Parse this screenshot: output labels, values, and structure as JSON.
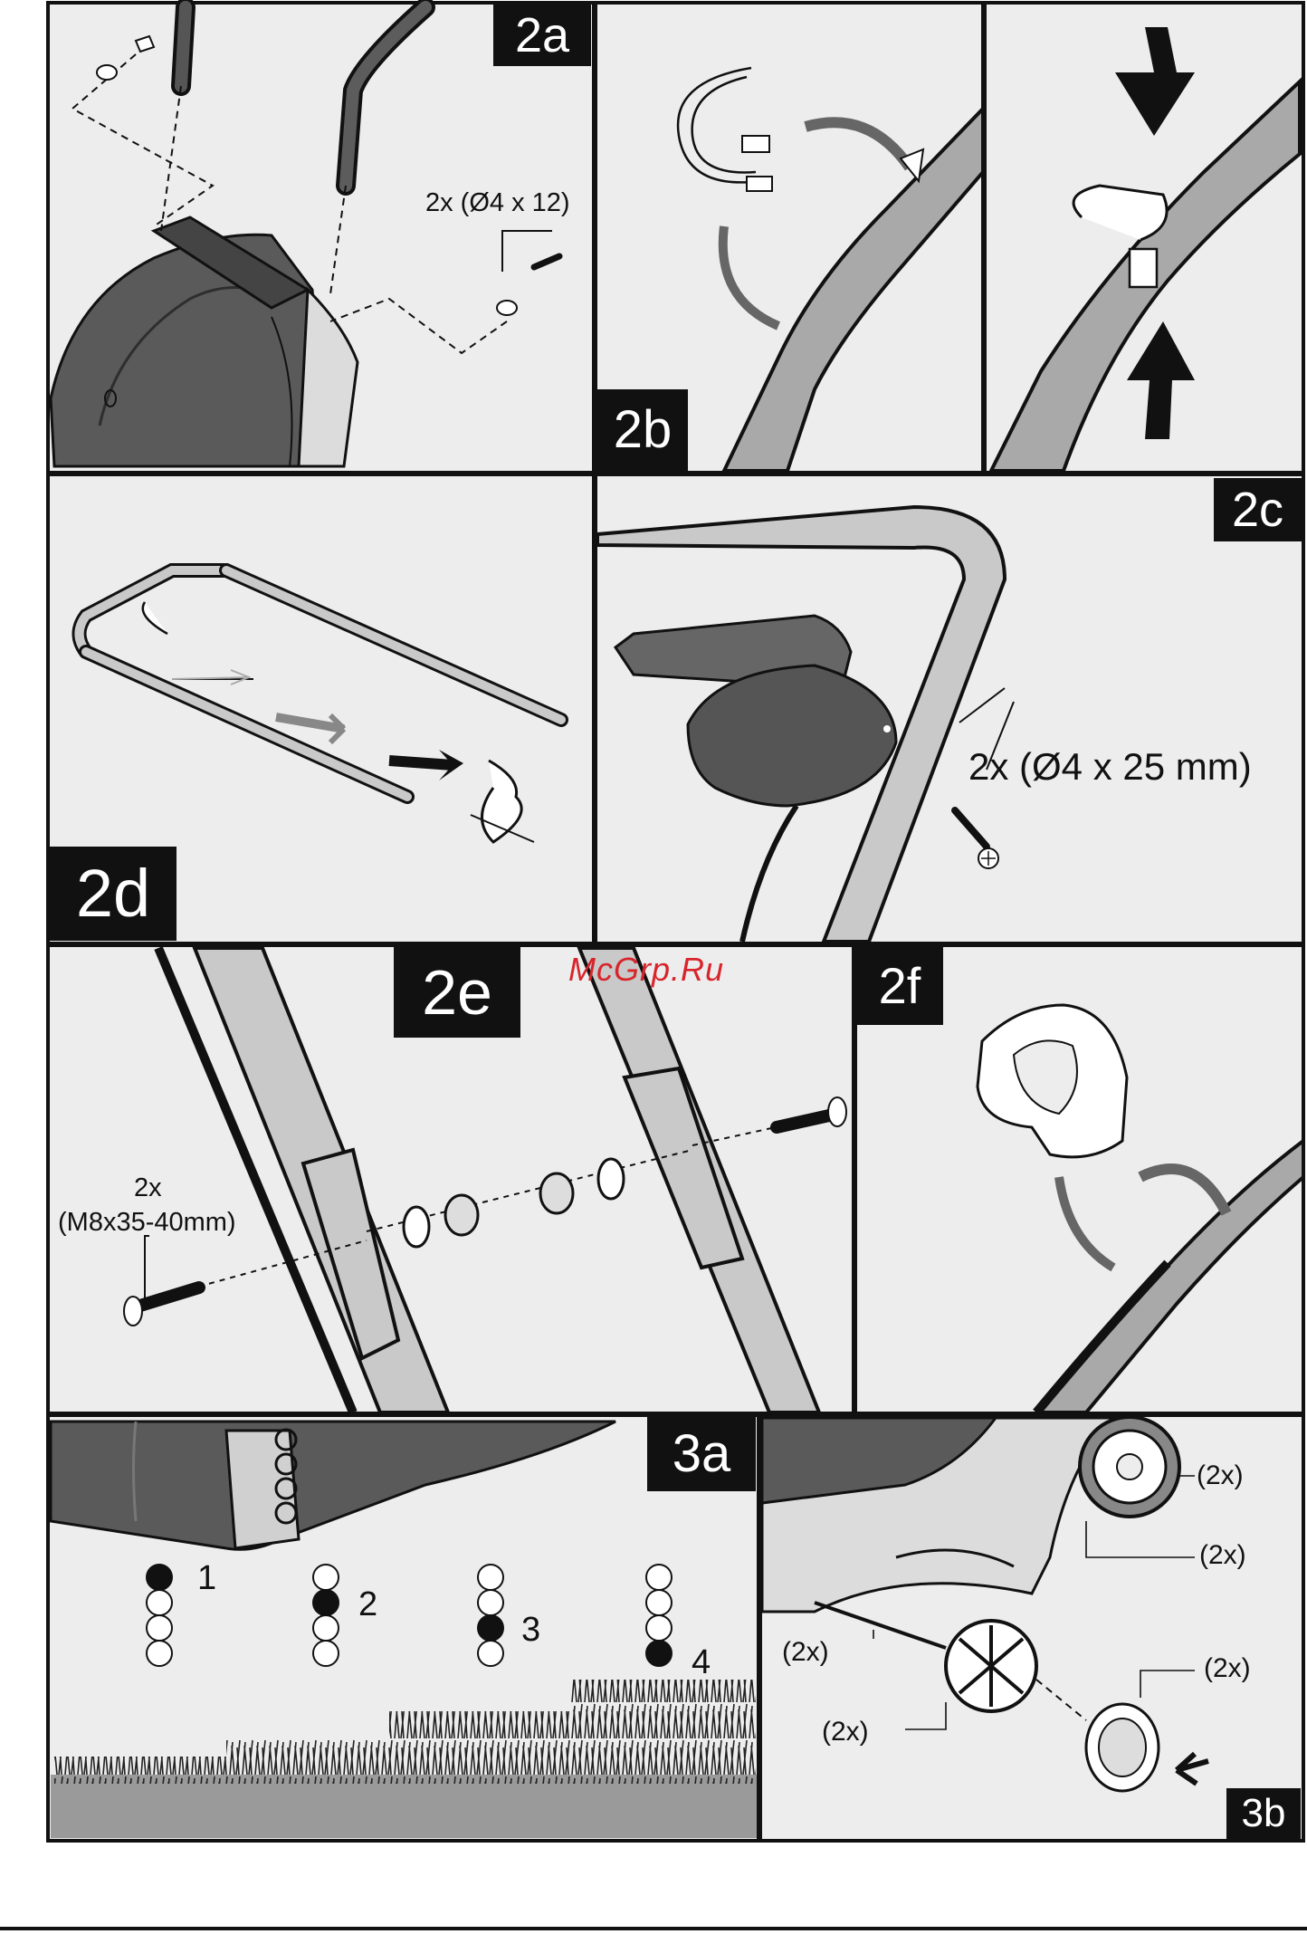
{
  "watermark": "McGrp.Ru",
  "panels": {
    "p2a": {
      "label": "2a",
      "screw_spec": "2x (Ø4 x 12)"
    },
    "p2b": {
      "label": "2b"
    },
    "p2c": {
      "label": "2c"
    },
    "p2d": {
      "label": "2d",
      "screw_spec": "2x (Ø4 x 25 mm)"
    },
    "p2e": {
      "label": "2e",
      "bolt_qty": "2x",
      "bolt_spec": "(M8x35-40mm)"
    },
    "p2f": {
      "label": "2f"
    },
    "p3a": {
      "label": "3a",
      "positions": [
        "1",
        "2",
        "3",
        "4"
      ]
    },
    "p3b": {
      "label": "3b",
      "qty_1": "(2x)",
      "qty_2": "(2x)",
      "qty_3": "(2x)",
      "qty_4": "(2x)",
      "qty_5": "(2x)"
    }
  },
  "colors": {
    "panel_bg": "#ededed",
    "ink": "#111111",
    "label_bg": "#111111",
    "tube": "#a9a9a9",
    "watermark": "#d8252b"
  }
}
